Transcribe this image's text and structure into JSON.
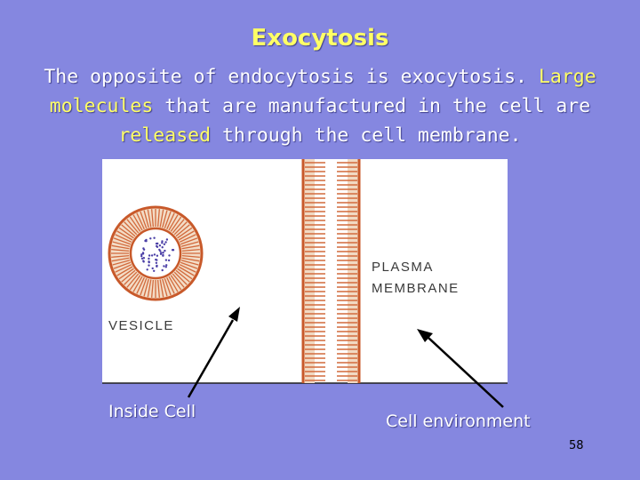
{
  "slide": {
    "title": "Exocytosis",
    "para_1": "The opposite of endocytosis is exocytosis.",
    "para_2": "Large molecules",
    "para_3": "that are manufactured in the cell are",
    "para_4": "released",
    "para_5": "through the cell membrane.",
    "page_number": "58"
  },
  "diagram": {
    "vesicle_label": "VESICLE",
    "membrane_label_line1": "PLASMA",
    "membrane_label_line2": "MEMBRANE",
    "inside_label": "Inside Cell",
    "environment_label": "Cell environment"
  }
}
